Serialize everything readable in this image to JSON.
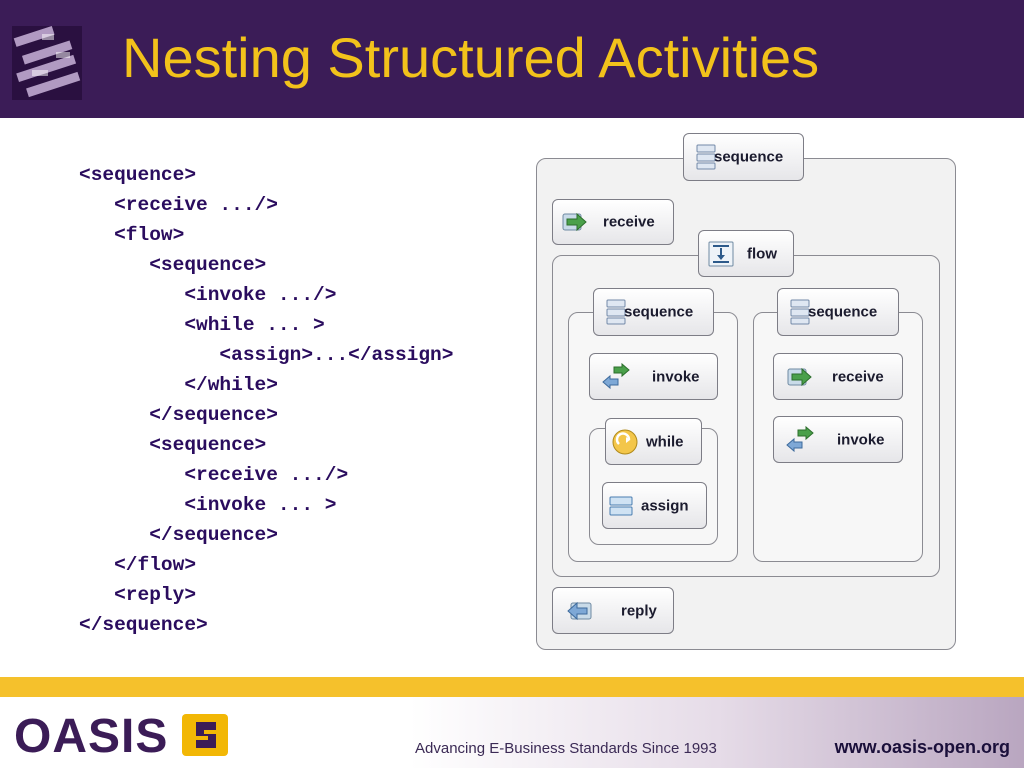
{
  "header": {
    "title": "Nesting Structured Activities"
  },
  "code_lines": [
    "<sequence>",
    "   <receive .../>",
    "   <flow>",
    "      <sequence>",
    "         <invoke .../>",
    "         <while ... >",
    "            <assign>...</assign>",
    "         </while>",
    "      </sequence>",
    "      <sequence>",
    "         <receive .../>",
    "         <invoke ... >",
    "      </sequence>",
    "   </flow>",
    "   <reply>",
    "</sequence>"
  ],
  "diagram": {
    "root": "sequence",
    "receive": "receive",
    "flow": "flow",
    "left_sequence": "sequence",
    "left_invoke": "invoke",
    "while": "while",
    "assign": "assign",
    "right_sequence": "sequence",
    "right_receive": "receive",
    "right_invoke": "invoke",
    "reply": "reply"
  },
  "icons": {
    "sequence": "sequence-icon",
    "receive": "receive-arrow-icon",
    "flow": "flow-icon",
    "invoke": "invoke-arrows-icon",
    "while": "while-loop-icon",
    "assign": "assign-icon",
    "reply": "reply-arrow-icon"
  },
  "footer": {
    "logo": "OASIS",
    "tagline": "Advancing E-Business Standards Since 1993",
    "url": "www.oasis-open.org"
  },
  "colors": {
    "header_bg": "#3b1c57",
    "title": "#f2c21b",
    "code": "#2a0c5e",
    "footer_bar": "#f5c12c"
  }
}
